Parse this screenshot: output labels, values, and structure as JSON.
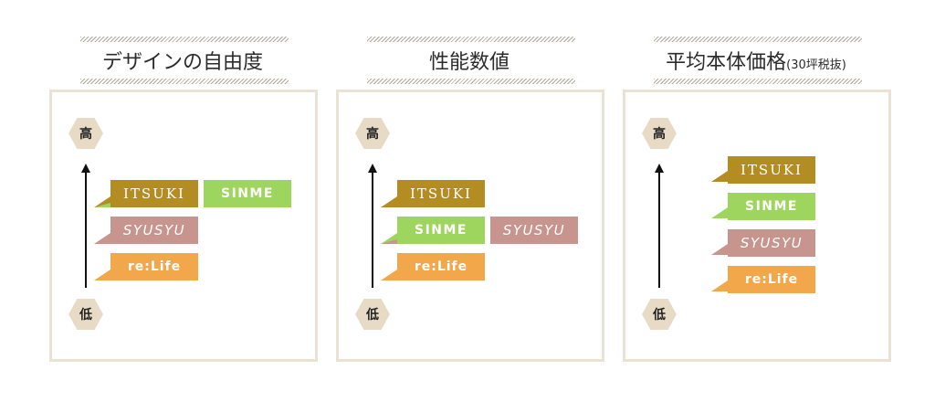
{
  "axis": {
    "high_label": "高",
    "low_label": "低"
  },
  "colors": {
    "ITSUKI": "#b38c22",
    "SINME": "#9ed55f",
    "SYUSYU": "#c7958d",
    "re:Life": "#f3a74b",
    "panel_border": "#eae3d4",
    "hex": "#e7dbc6"
  },
  "panels": [
    {
      "title": "デザインの自由度",
      "rows": [
        [
          "ITSUKI",
          "SINME"
        ],
        [
          "SYUSYU"
        ],
        [
          "re:Life"
        ]
      ]
    },
    {
      "title": "性能数値",
      "rows": [
        [
          "ITSUKI"
        ],
        [
          "SINME",
          "SYUSYU"
        ],
        [
          "re:Life"
        ]
      ]
    },
    {
      "title": "平均本体価格",
      "title_suffix": "(30坪税抜)",
      "rows": [
        [
          "ITSUKI"
        ],
        [
          "SINME"
        ],
        [
          "SYUSYU"
        ],
        [
          "re:Life"
        ]
      ]
    }
  ]
}
